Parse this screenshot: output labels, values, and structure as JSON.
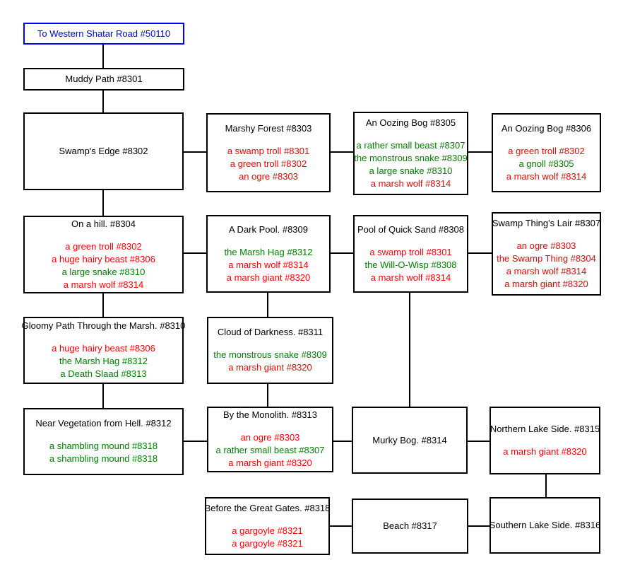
{
  "colors": {
    "border": "#000000",
    "exit": "#0000ff",
    "red": "#ff0000",
    "green": "#008000",
    "bg": "#ffffff",
    "title": "#000000"
  },
  "rooms": [
    {
      "name": "To Western Shatar Road #50110",
      "type": "exit",
      "creatures": []
    },
    {
      "name": "Muddy Path #8301",
      "type": "room",
      "creatures": []
    },
    {
      "name": "Swamp's Edge #8302",
      "type": "room",
      "creatures": []
    },
    {
      "name": "Marshy Forest #8303",
      "type": "room",
      "creatures": [
        {
          "label": "a swamp troll #8301",
          "color": "red"
        },
        {
          "label": "a green troll #8302",
          "color": "red"
        },
        {
          "label": "an ogre #8303",
          "color": "red"
        }
      ]
    },
    {
      "name": "An Oozing Bog #8305",
      "type": "room",
      "creatures": [
        {
          "label": "a rather small beast #8307",
          "color": "green"
        },
        {
          "label": "the monstrous snake #8309",
          "color": "green"
        },
        {
          "label": "a large snake #8310",
          "color": "green"
        },
        {
          "label": "a marsh wolf #8314",
          "color": "red"
        }
      ]
    },
    {
      "name": "An Oozing Bog #8306",
      "type": "room",
      "creatures": [
        {
          "label": "a green troll #8302",
          "color": "red"
        },
        {
          "label": "a gnoll #8305",
          "color": "green"
        },
        {
          "label": "a marsh wolf #8314",
          "color": "red"
        }
      ]
    },
    {
      "name": "On a hill. #8304",
      "type": "room",
      "creatures": [
        {
          "label": "a green troll #8302",
          "color": "red"
        },
        {
          "label": "a huge hairy beast #8306",
          "color": "red"
        },
        {
          "label": "a large snake #8310",
          "color": "green"
        },
        {
          "label": "a marsh wolf #8314",
          "color": "red"
        }
      ]
    },
    {
      "name": "A Dark Pool. #8309",
      "type": "room",
      "creatures": [
        {
          "label": "the Marsh Hag #8312",
          "color": "green"
        },
        {
          "label": "a marsh wolf #8314",
          "color": "red"
        },
        {
          "label": "a marsh giant #8320",
          "color": "red"
        }
      ]
    },
    {
      "name": "Pool of Quick Sand #8308",
      "type": "room",
      "creatures": [
        {
          "label": "a swamp troll #8301",
          "color": "red"
        },
        {
          "label": "the Will-O-Wisp #8308",
          "color": "green"
        },
        {
          "label": "a marsh wolf #8314",
          "color": "red"
        }
      ]
    },
    {
      "name": "Swamp Thing's Lair #8307",
      "type": "room",
      "creatures": [
        {
          "label": "an ogre #8303",
          "color": "red"
        },
        {
          "label": "the Swamp Thing #8304",
          "color": "red"
        },
        {
          "label": "a marsh wolf #8314",
          "color": "red"
        },
        {
          "label": "a marsh giant #8320",
          "color": "red"
        }
      ]
    },
    {
      "name": "Gloomy Path Through the Marsh. #8310",
      "type": "room",
      "creatures": [
        {
          "label": "a huge hairy beast #8306",
          "color": "red"
        },
        {
          "label": "the Marsh Hag #8312",
          "color": "green"
        },
        {
          "label": "a Death Slaad #8313",
          "color": "green"
        }
      ]
    },
    {
      "name": "Cloud of Darkness. #8311",
      "type": "room",
      "creatures": [
        {
          "label": "the monstrous snake #8309",
          "color": "green"
        },
        {
          "label": "a marsh giant #8320",
          "color": "red"
        }
      ]
    },
    {
      "name": "Near Vegetation from Hell. #8312",
      "type": "room",
      "creatures": [
        {
          "label": "a shambling mound #8318",
          "color": "green"
        },
        {
          "label": "a shambling mound #8318",
          "color": "green"
        }
      ]
    },
    {
      "name": "By the Monolith. #8313",
      "type": "room",
      "creatures": [
        {
          "label": "an ogre #8303",
          "color": "red"
        },
        {
          "label": "a rather small beast #8307",
          "color": "green"
        },
        {
          "label": "a marsh giant #8320",
          "color": "red"
        }
      ]
    },
    {
      "name": "Murky Bog. #8314",
      "type": "room",
      "creatures": []
    },
    {
      "name": "Northern Lake Side. #8315",
      "type": "room",
      "creatures": [
        {
          "label": "a marsh giant #8320",
          "color": "red"
        }
      ]
    },
    {
      "name": "Before the Great Gates. #8318",
      "type": "room",
      "creatures": [
        {
          "label": "a gargoyle #8321",
          "color": "red"
        },
        {
          "label": "a gargoyle #8321",
          "color": "red"
        }
      ]
    },
    {
      "name": "Beach #8317",
      "type": "room",
      "creatures": []
    },
    {
      "name": "Southern Lake Side. #8316",
      "type": "room",
      "creatures": []
    }
  ],
  "connections": [
    "50110-8301",
    "8301-8302",
    "8302-8303",
    "8303-8305",
    "8305-8306",
    "8302-8304",
    "8304-8309",
    "8309-8308",
    "8308-8307",
    "8304-8310",
    "8309-8311",
    "8308-8314",
    "8310-8312",
    "8311-8313",
    "8312-8313",
    "8313-8314",
    "8314-8315",
    "8315-8316",
    "8318-8317",
    "8317-8316"
  ]
}
